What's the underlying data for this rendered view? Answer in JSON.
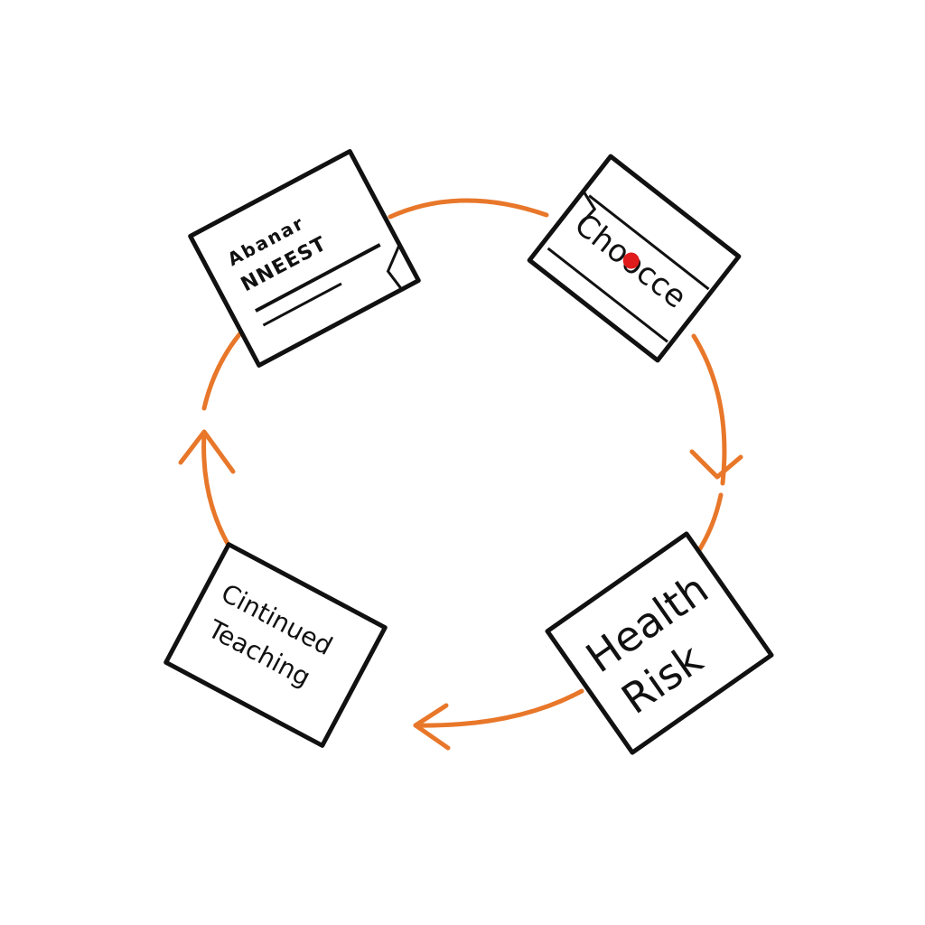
{
  "colors": {
    "background": "#ffffff",
    "cycle_arrow": "#e8772a",
    "card_stroke": "#111111",
    "card_fill": "#ffffff",
    "dot": "#e01b1b"
  },
  "cards": {
    "top_left": {
      "line1": "Abanar",
      "line2": "NNEEST"
    },
    "top_right": {
      "line1": "Choocce"
    },
    "bottom_right": {
      "line1": "Health",
      "line2": "Risk"
    },
    "bottom_left": {
      "line1": "Cintinued",
      "line2": "Teaching"
    }
  }
}
